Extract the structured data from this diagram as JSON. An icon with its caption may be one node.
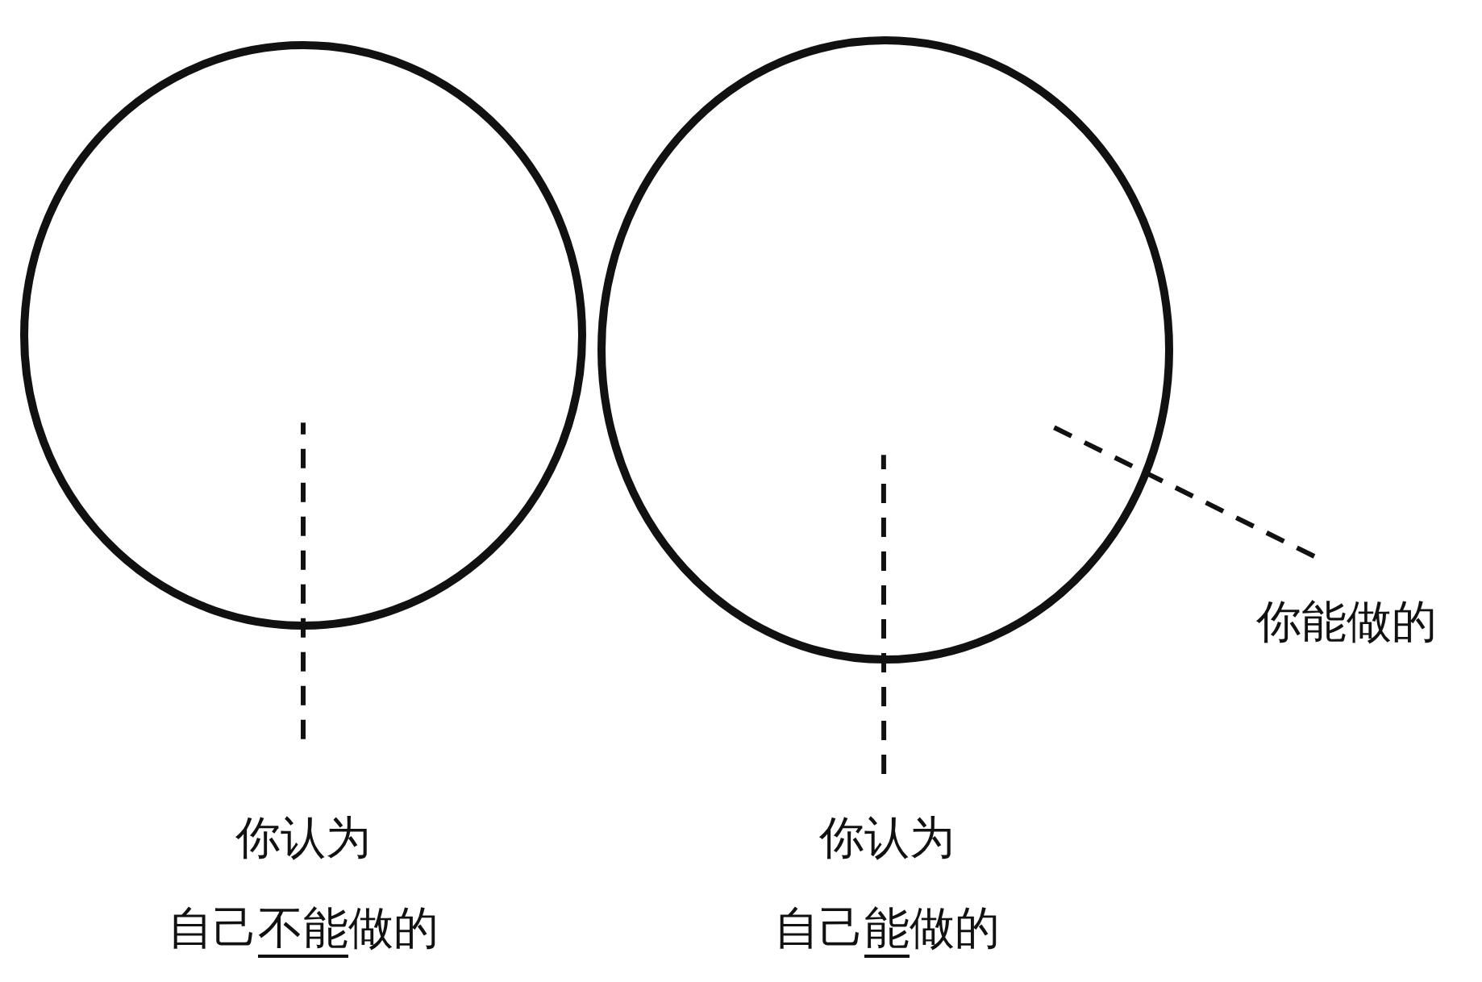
{
  "diagram": {
    "nodes": [
      {
        "text": [],
        "shape": "circle"
      },
      {
        "text": [],
        "shape": "circle"
      },
      {
        "text": [
          "你认为自己不能做的"
        ]
      },
      {
        "text": [
          "你认为自己能做的"
        ]
      },
      {
        "text": [
          "你能做的"
        ]
      }
    ],
    "edges": [
      {
        "from": 2,
        "to": 0,
        "arrow": "none",
        "style": "dashed"
      },
      {
        "from": 3,
        "to": 1,
        "arrow": "none",
        "style": "dashed"
      },
      {
        "from": 4,
        "to": 1,
        "arrow": "none",
        "style": "dashed"
      }
    ]
  }
}
